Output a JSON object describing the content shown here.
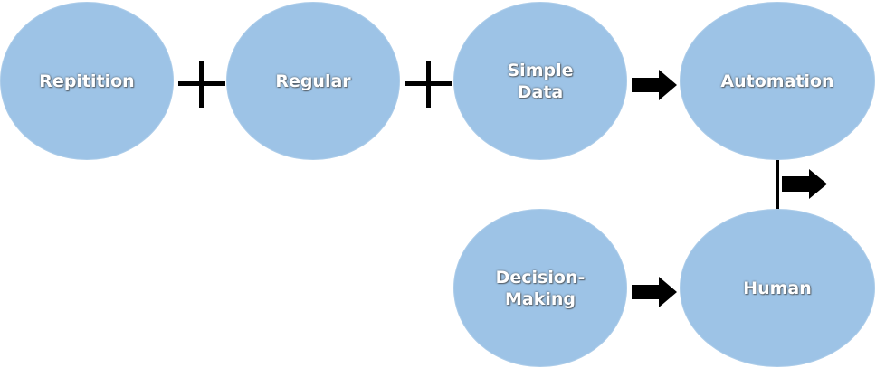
{
  "colors": {
    "node_fill": "#9dc3e6",
    "node_text": "#ffffff",
    "symbol": "#000000"
  },
  "nodes": {
    "repetition": "Repitition",
    "regular": "Regular",
    "simple_data": "Simple\nData",
    "automation": "Automation",
    "decision_making": "Decision-\nMaking",
    "human": "Human"
  },
  "operators": {
    "plus_1": "plus",
    "plus_2": "plus"
  }
}
